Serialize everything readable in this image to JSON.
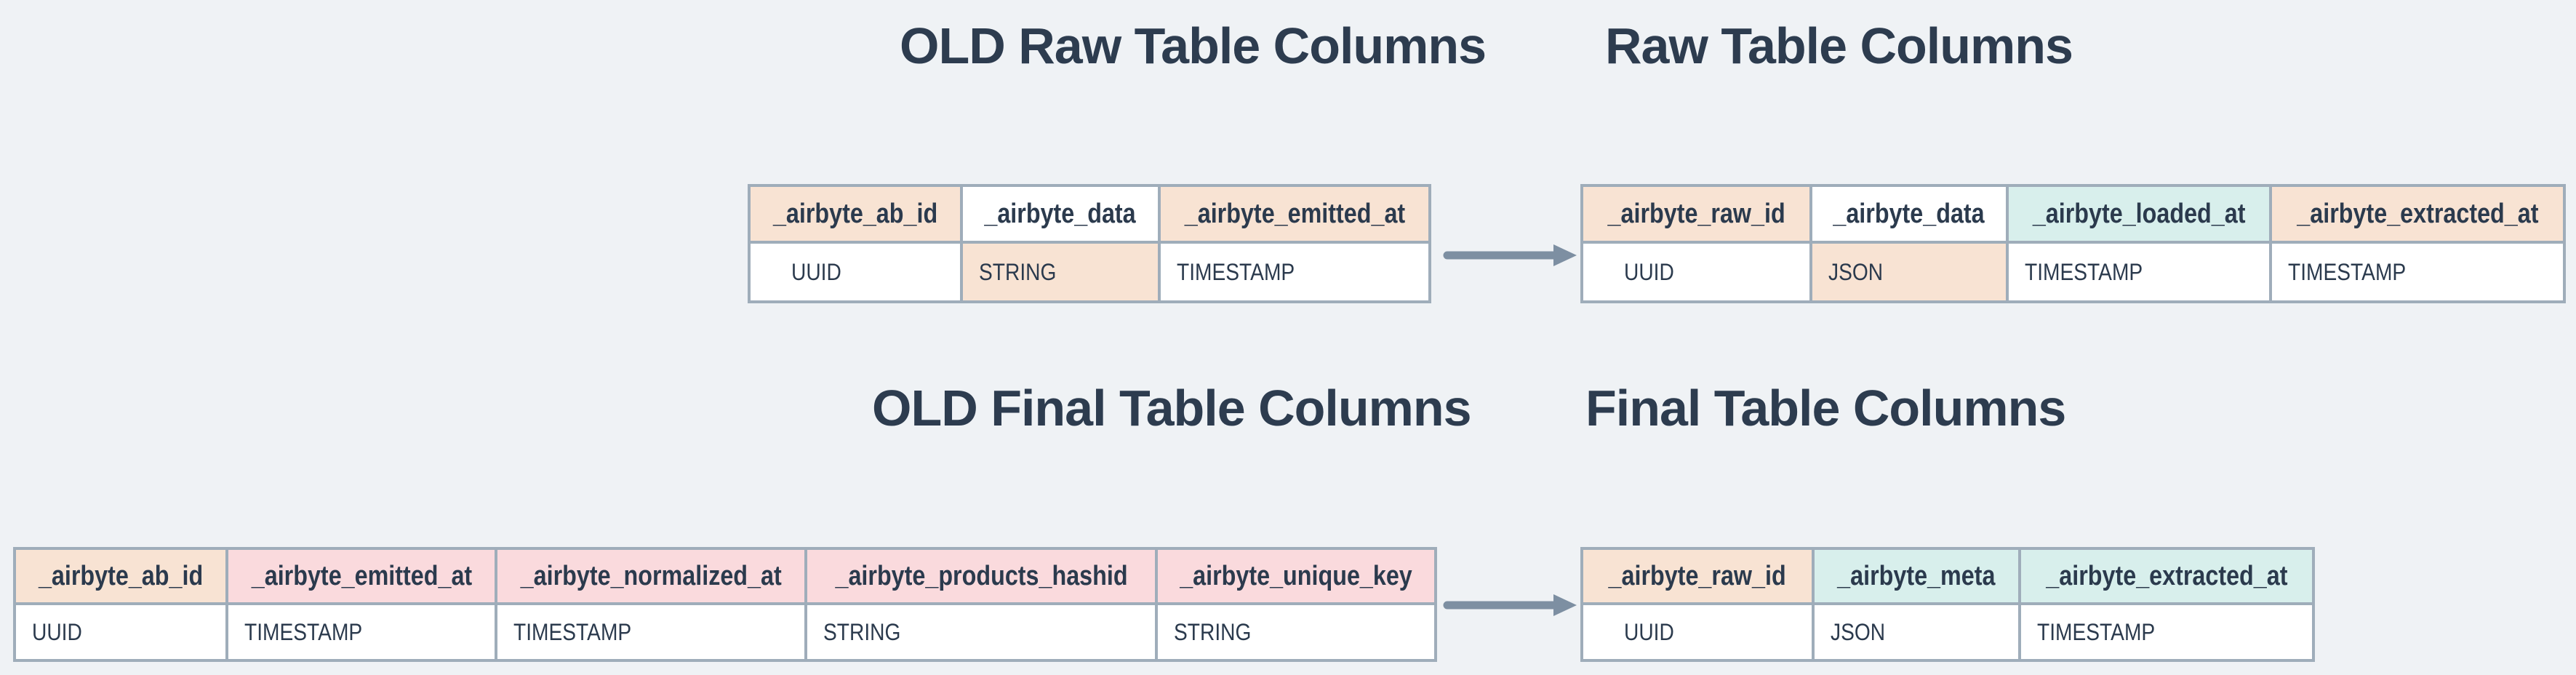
{
  "diagram": {
    "sections": {
      "raw": {
        "old_title": "OLD Raw Table Columns",
        "new_title": "Raw Table Columns"
      },
      "final": {
        "old_title": "OLD Final Table Columns",
        "new_title": "Final Table Columns"
      }
    },
    "tables": {
      "old_raw": {
        "headers": [
          {
            "text": "_airbyte_ab_id",
            "highlight": "peach"
          },
          {
            "text": "_airbyte_data",
            "highlight": "white"
          },
          {
            "text": "_airbyte_emitted_at",
            "highlight": "peach"
          }
        ],
        "types": [
          {
            "text": "UUID",
            "highlight": "white"
          },
          {
            "text": "STRING",
            "highlight": "peach"
          },
          {
            "text": "TIMESTAMP",
            "highlight": "white"
          }
        ]
      },
      "new_raw": {
        "headers": [
          {
            "text": "_airbyte_raw_id",
            "highlight": "peach"
          },
          {
            "text": "_airbyte_data",
            "highlight": "white"
          },
          {
            "text": "_airbyte_loaded_at",
            "highlight": "teal"
          },
          {
            "text": "_airbyte_extracted_at",
            "highlight": "peach"
          }
        ],
        "types": [
          {
            "text": "UUID",
            "highlight": "white"
          },
          {
            "text": "JSON",
            "highlight": "peach"
          },
          {
            "text": "TIMESTAMP",
            "highlight": "white"
          },
          {
            "text": "TIMESTAMP",
            "highlight": "white"
          }
        ]
      },
      "old_final": {
        "headers": [
          {
            "text": "_airbyte_ab_id",
            "highlight": "peach"
          },
          {
            "text": "_airbyte_emitted_at",
            "highlight": "pink"
          },
          {
            "text": "_airbyte_normalized_at",
            "highlight": "pink"
          },
          {
            "text": "_airbyte_products_hashid",
            "highlight": "pink"
          },
          {
            "text": "_airbyte_unique_key",
            "highlight": "pink"
          }
        ],
        "types": [
          {
            "text": "UUID",
            "highlight": "white"
          },
          {
            "text": "TIMESTAMP",
            "highlight": "white"
          },
          {
            "text": "TIMESTAMP",
            "highlight": "white"
          },
          {
            "text": "STRING",
            "highlight": "white"
          },
          {
            "text": "STRING",
            "highlight": "white"
          }
        ]
      },
      "new_final": {
        "headers": [
          {
            "text": "_airbyte_raw_id",
            "highlight": "peach"
          },
          {
            "text": "_airbyte_meta",
            "highlight": "teal"
          },
          {
            "text": "_airbyte_extracted_at",
            "highlight": "teal"
          }
        ],
        "types": [
          {
            "text": "UUID",
            "highlight": "white"
          },
          {
            "text": "JSON",
            "highlight": "white"
          },
          {
            "text": "TIMESTAMP",
            "highlight": "white"
          }
        ]
      }
    },
    "icons": {
      "migration_arrow": "right-arrow"
    },
    "palette": {
      "peach": "#f8e3d3",
      "pink": "#fadadd",
      "teal": "#d8efec",
      "white": "#ffffff",
      "border": "#9fadba",
      "background": "#eff2f5",
      "text": "#2b3a4d",
      "arrow": "#7d8fa2"
    }
  }
}
